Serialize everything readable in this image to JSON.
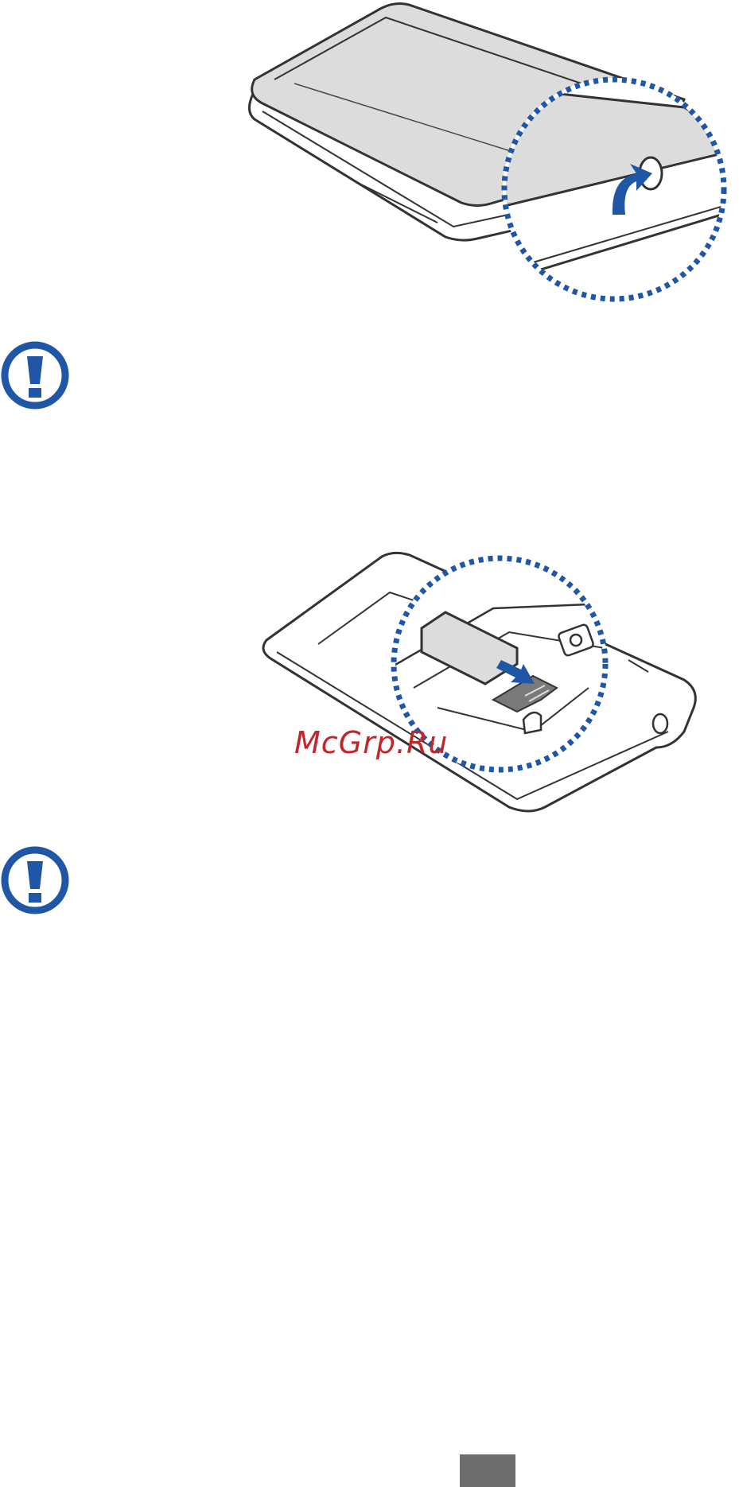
{
  "figures": {
    "remove_cover": {
      "name": "remove-back-cover-illustration"
    },
    "insert_sim": {
      "name": "insert-sim-card-illustration"
    }
  },
  "icons": {
    "warning_1": "warning-exclamation-icon",
    "warning_2": "warning-exclamation-icon"
  },
  "watermark": {
    "text": "McGrp.Ru"
  },
  "colors": {
    "accent_blue": "#1f56a6",
    "watermark_red": "#c0262b",
    "page_tab": "#6d6d6d",
    "device_gray": "#d9d9d9",
    "line_dark": "#333333"
  }
}
